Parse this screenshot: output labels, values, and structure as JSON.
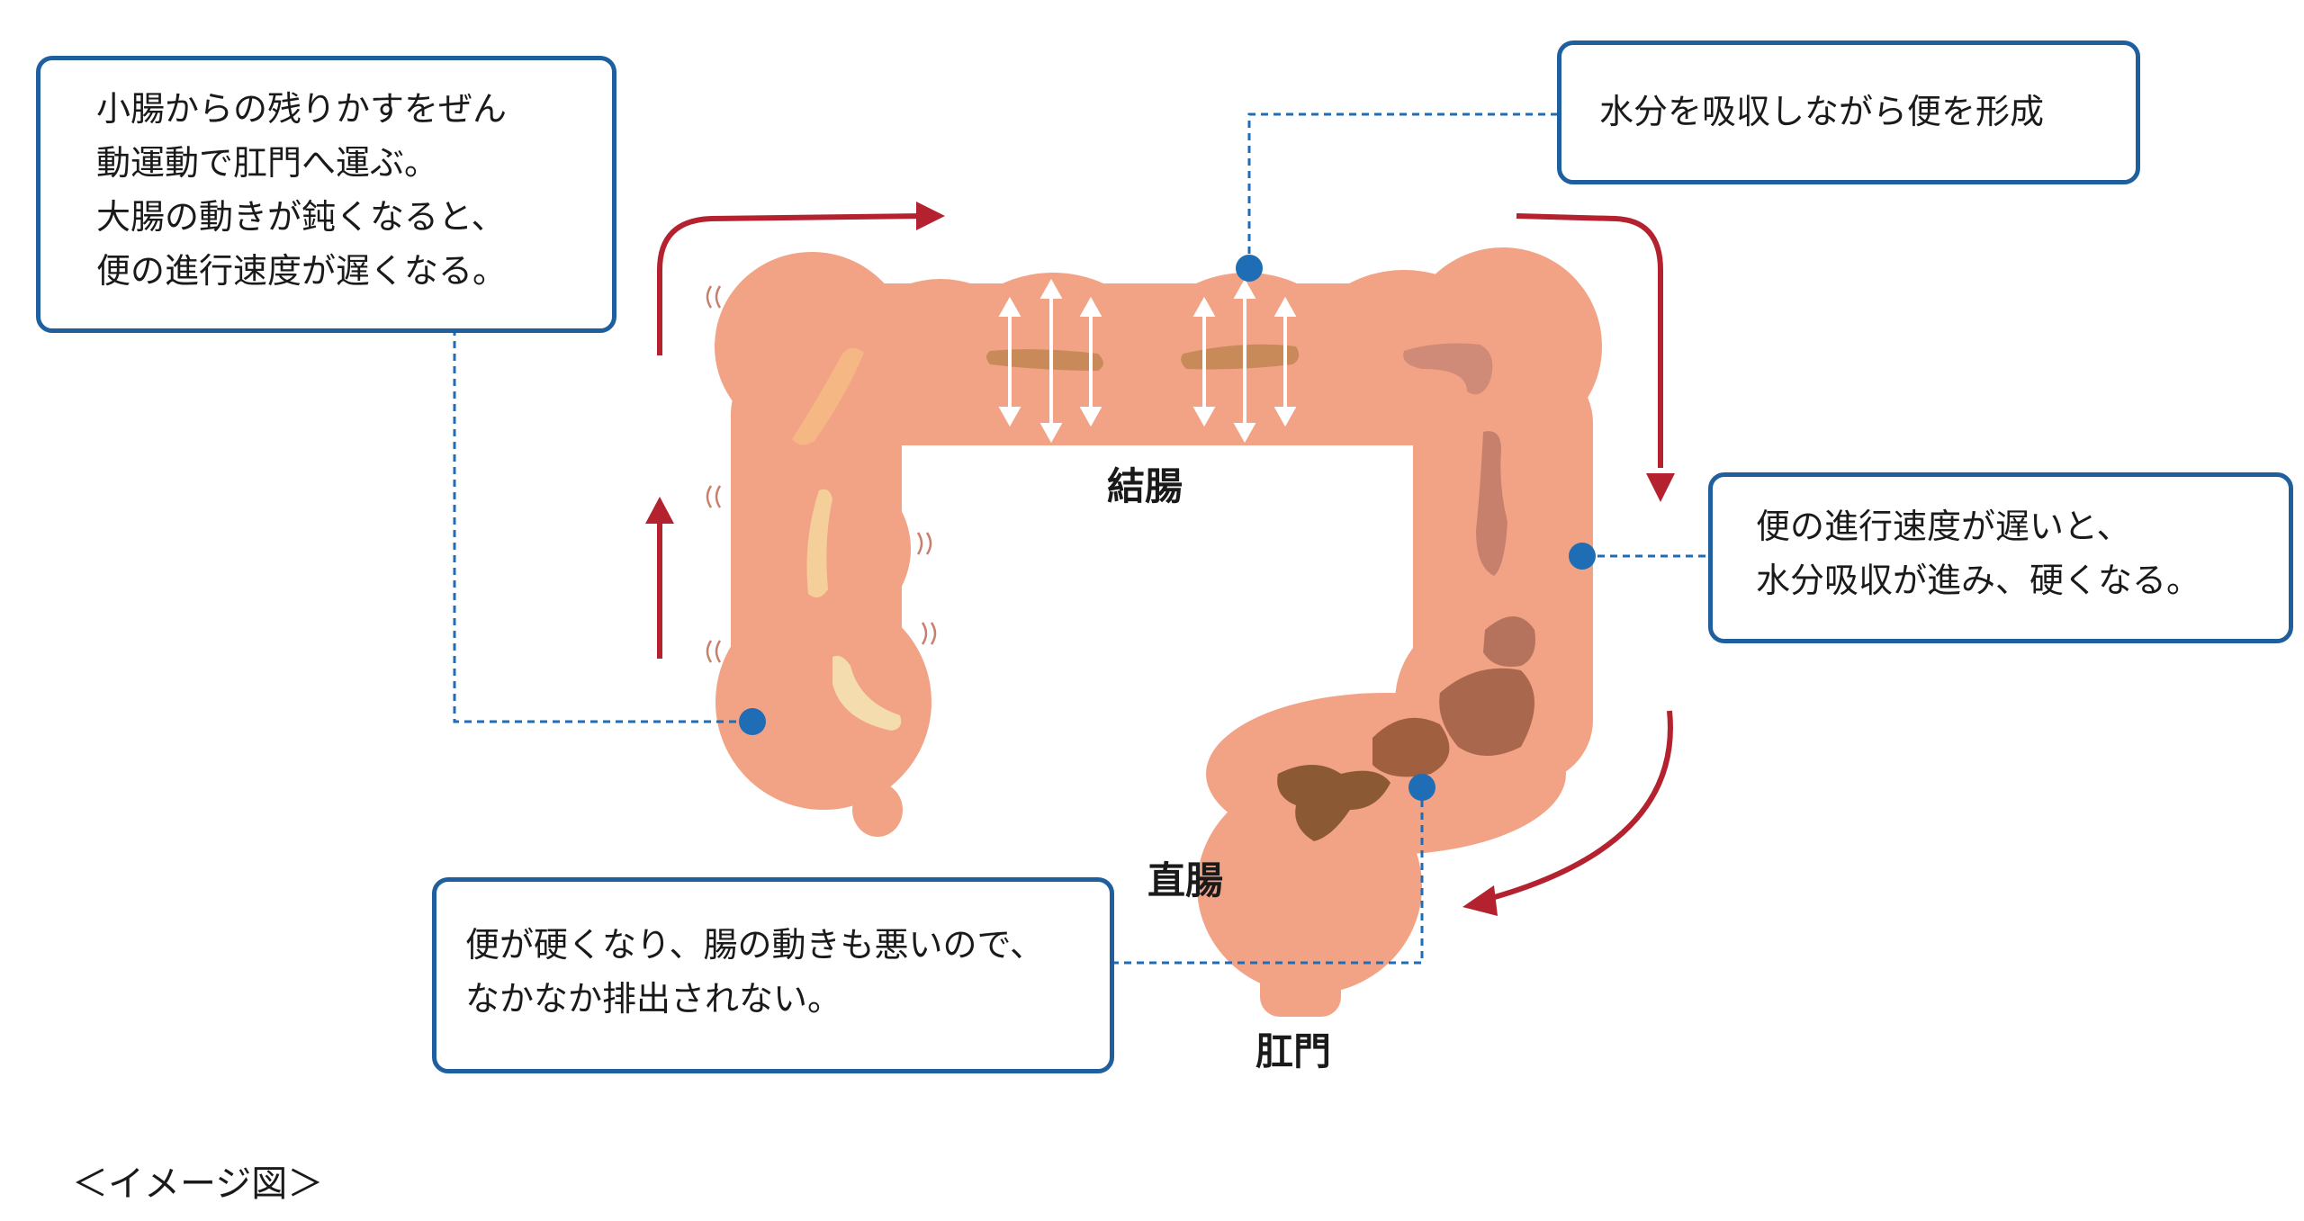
{
  "callouts": {
    "top_left": [
      "小腸からの残りかすをぜん",
      "動運動で肛門へ運ぶ。",
      "大腸の動きが鈍くなると、",
      "便の進行速度が遅くなる。"
    ],
    "top_right": [
      "水分を吸収しながら便を形成"
    ],
    "right": [
      "便の進行速度が遅いと、",
      "水分吸収が進み、硬くなる。"
    ],
    "bottom": [
      "便が硬くなり、腸の動きも悪いので、",
      "なかなか排出されない。"
    ]
  },
  "labels": {
    "colon": "結腸",
    "rectum": "直腸",
    "anus": "肛門"
  },
  "caption": "＜イメージ図＞",
  "colors": {
    "intestine": "#f2a385",
    "box_border": "#1f5f9e",
    "leader": "#1f6db5",
    "arrow": "#b3222e",
    "stool_light": "#f5cf9a",
    "stool_mid": "#c8876b",
    "stool_dark": "#8b5a35"
  }
}
